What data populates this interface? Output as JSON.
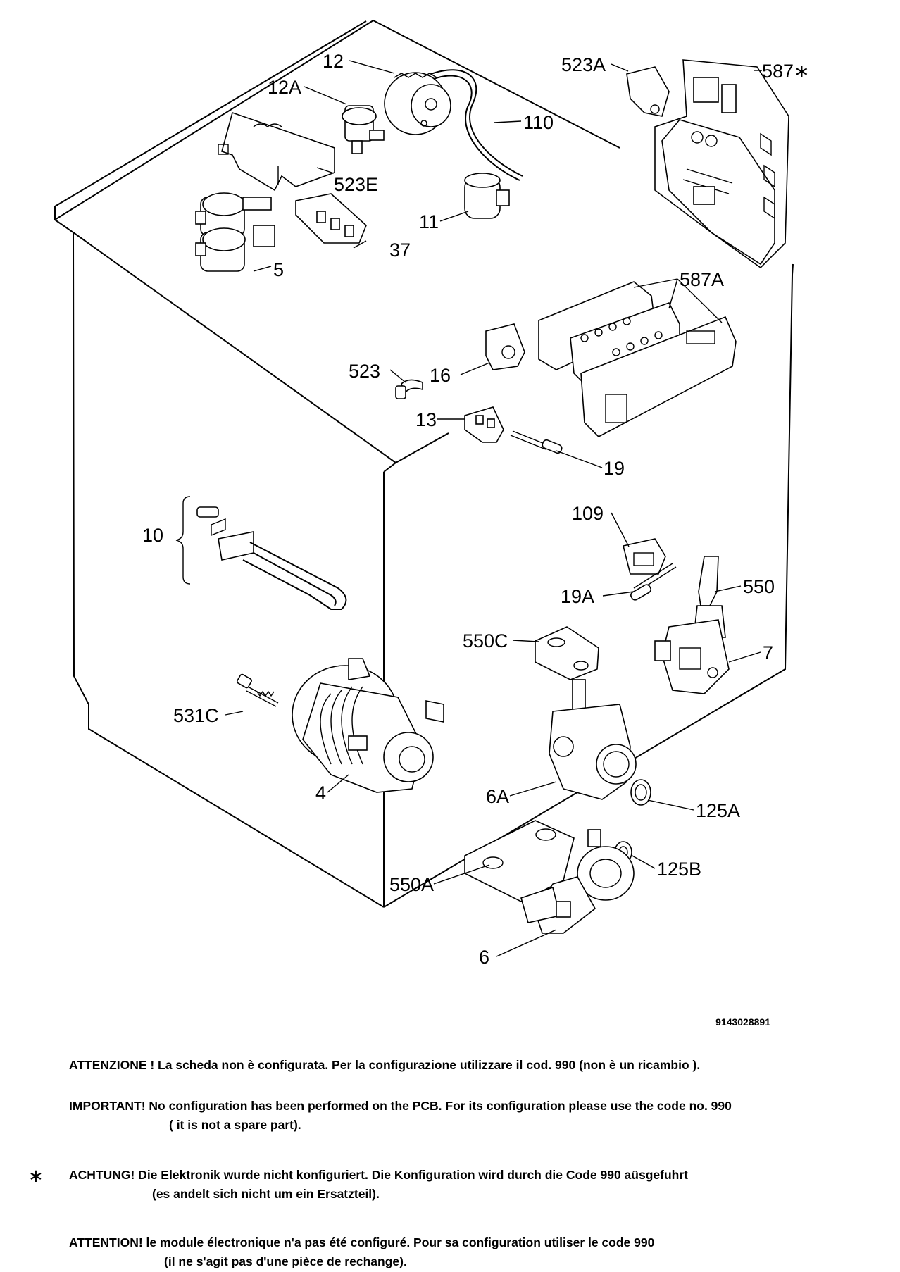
{
  "labels": {
    "p12": "12",
    "p12a": "12A",
    "p110": "110",
    "p523e": "523E",
    "p11": "11",
    "p37": "37",
    "p5": "5",
    "p523a": "523A",
    "p587s": "587∗",
    "p587a": "587A",
    "p523": "523",
    "p16": "16",
    "p13": "13",
    "p19": "19",
    "p10": "10",
    "p109": "109",
    "p19a": "19A",
    "p550": "550",
    "p550c": "550C",
    "p7": "7",
    "p531c": "531C",
    "p4": "4",
    "p6a": "6A",
    "p125a": "125A",
    "p550a": "550A",
    "p125b": "125B",
    "p6": "6"
  },
  "drawing_code": "9143028891",
  "notes": {
    "it": "ATTENZIONE ! La scheda non è configurata. Per la configurazione utilizzare il cod. 990 (non è un ricambio ).",
    "en_1": "IMPORTANT! No configuration has been performed on the PCB. For its configuration please use the code no. 990",
    "en_2": "( it is not a spare part).",
    "de_1": "ACHTUNG! Die Elektronik wurde nicht konfiguriert. Die Konfiguration wird durch die Code 990 aüsgefuhrt",
    "de_2": "(es andelt sich nicht um ein Ersatzteil).",
    "fr_1": "ATTENTION! le module électronique n'a pas été configuré. Pour  sa configuration utiliser le code 990",
    "fr_2": "(il ne s'agit pas d'une pièce de rechange)."
  },
  "asterisk": "∗"
}
